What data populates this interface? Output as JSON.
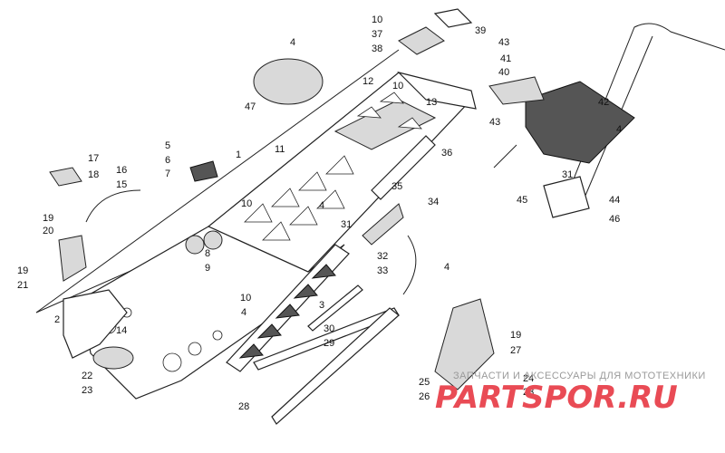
{
  "diagram": {
    "callouts": [
      {
        "num": "10"
      },
      {
        "num": "39"
      },
      {
        "num": "37"
      },
      {
        "num": "38"
      },
      {
        "num": "4"
      },
      {
        "num": "43"
      },
      {
        "num": "41"
      },
      {
        "num": "40"
      },
      {
        "num": "12"
      },
      {
        "num": "10"
      },
      {
        "num": "13"
      },
      {
        "num": "47"
      },
      {
        "num": "42"
      },
      {
        "num": "43"
      },
      {
        "num": "4"
      },
      {
        "num": "5"
      },
      {
        "num": "6"
      },
      {
        "num": "7"
      },
      {
        "num": "1"
      },
      {
        "num": "11"
      },
      {
        "num": "36"
      },
      {
        "num": "17"
      },
      {
        "num": "18"
      },
      {
        "num": "16"
      },
      {
        "num": "15"
      },
      {
        "num": "35"
      },
      {
        "num": "34"
      },
      {
        "num": "31"
      },
      {
        "num": "45"
      },
      {
        "num": "44"
      },
      {
        "num": "46"
      },
      {
        "num": "19"
      },
      {
        "num": "20"
      },
      {
        "num": "10"
      },
      {
        "num": "4"
      },
      {
        "num": "31"
      },
      {
        "num": "8"
      },
      {
        "num": "9"
      },
      {
        "num": "32"
      },
      {
        "num": "33"
      },
      {
        "num": "4"
      },
      {
        "num": "19"
      },
      {
        "num": "21"
      },
      {
        "num": "10"
      },
      {
        "num": "2"
      },
      {
        "num": "4"
      },
      {
        "num": "3"
      },
      {
        "num": "30"
      },
      {
        "num": "29"
      },
      {
        "num": "14"
      },
      {
        "num": "22"
      },
      {
        "num": "23"
      },
      {
        "num": "19"
      },
      {
        "num": "27"
      },
      {
        "num": "25"
      },
      {
        "num": "24"
      },
      {
        "num": "23"
      },
      {
        "num": "26"
      },
      {
        "num": "28"
      }
    ]
  },
  "watermark": {
    "subtitle": "ЗАПЧАСТИ И АКСЕССУАРЫ ДЛЯ МОТОТЕХНИКИ",
    "logo": "PARTSPOR.RU"
  },
  "colors": {
    "line": "#222222",
    "watermark": "#e94b55",
    "watermark_sub": "#9a9a9a"
  }
}
